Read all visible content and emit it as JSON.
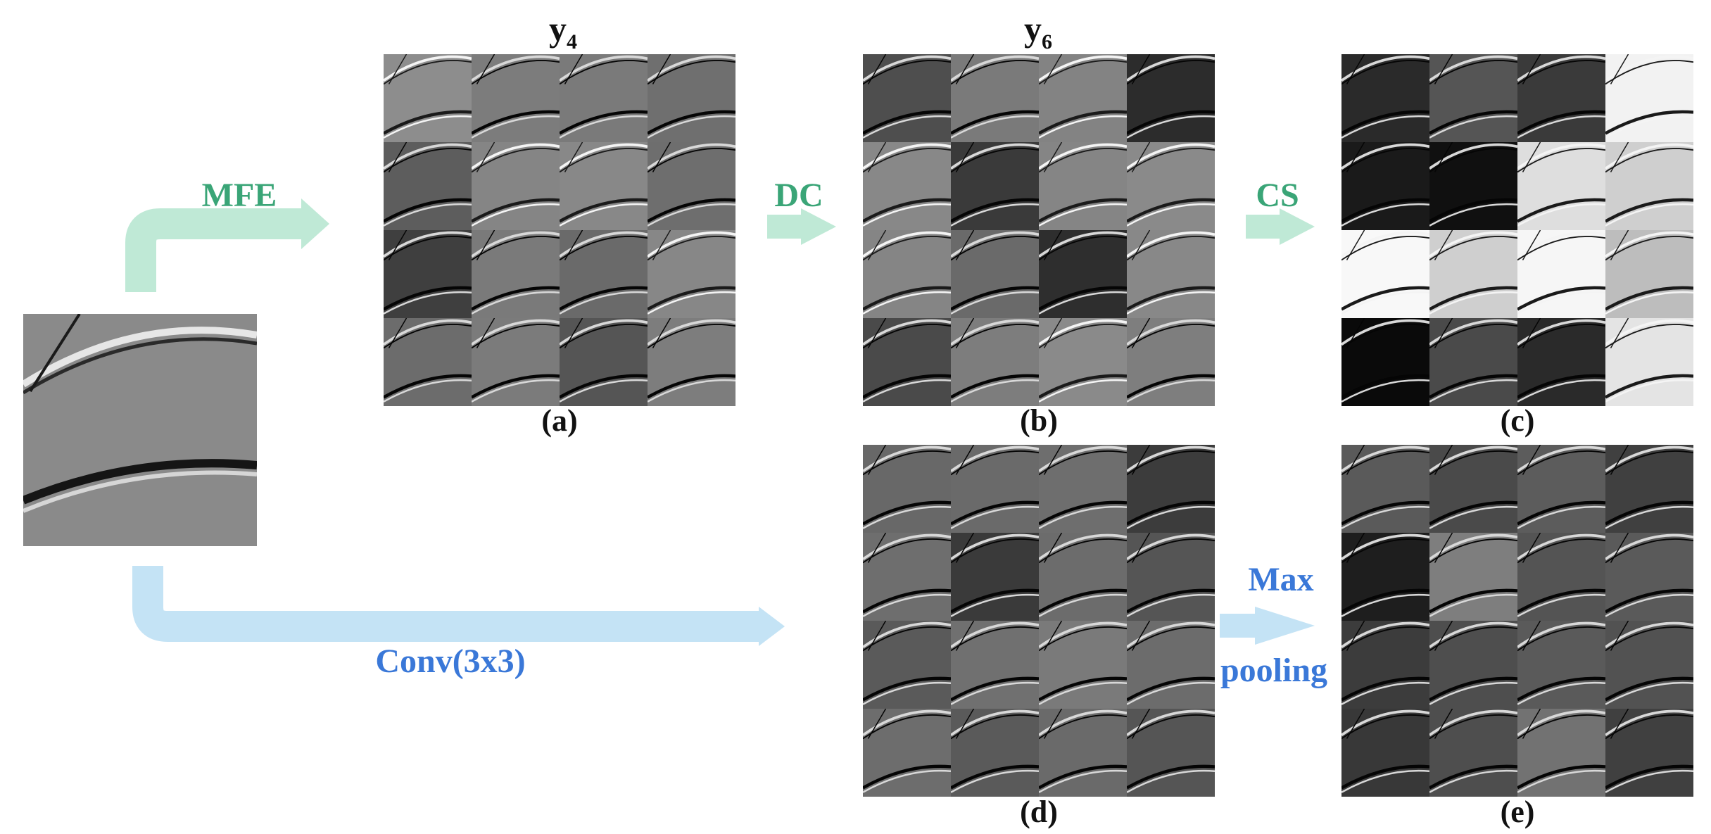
{
  "titles": {
    "a": {
      "base": "y",
      "sub": "4"
    },
    "b": {
      "base": "y",
      "sub": "6"
    }
  },
  "captions": {
    "a": "(a)",
    "b": "(b)",
    "c": "(c)",
    "d": "(d)",
    "e": "(e)"
  },
  "operations": {
    "mfe": "MFE",
    "dc": "DC",
    "cs": "CS",
    "conv": "Conv(3x3)",
    "maxpool_line1": "Max",
    "maxpool_line2": "pooling"
  },
  "colors": {
    "green_arrow": "#bfe9d6",
    "green_text": "#3aa577",
    "blue_arrow": "#c4e3f5",
    "blue_text": "#3a78d8"
  },
  "grids": {
    "a": [
      "#8d8d8d",
      "#7c7c7c",
      "#7a7a7a",
      "#6f6f6f",
      "#5d5d5d",
      "#858585",
      "#888888",
      "#6e6e6e",
      "#3f3f3f",
      "#7a7a7a",
      "#6a6a6a",
      "#878787",
      "#6c6c6c",
      "#7b7b7b",
      "#555555",
      "#7d7d7d"
    ],
    "b": [
      "#4e4e4e",
      "#7a7a7a",
      "#838383",
      "#2c2c2c",
      "#888888",
      "#3a3a3a",
      "#858585",
      "#8a8a8a",
      "#858585",
      "#6a6a6a",
      "#2e2e2e",
      "#888888",
      "#4a4a4a",
      "#7d7d7d",
      "#8a8a8a",
      "#7e7e7e"
    ],
    "c": [
      "#2a2a2a",
      "#555555",
      "#3a3a3a",
      "#f2f2f2",
      "#1a1a1a",
      "#101010",
      "#dedede",
      "#cfcfcf",
      "#f8f8f8",
      "#cfcfcf",
      "#f6f6f6",
      "#bdbdbd",
      "#0a0a0a",
      "#4a4a4a",
      "#2a2a2a",
      "#e4e4e4"
    ],
    "d": [
      "#686868",
      "#6a6a6a",
      "#6e6e6e",
      "#3c3c3c",
      "#6e6e6e",
      "#3a3a3a",
      "#6c6c6c",
      "#555555",
      "#5a5a5a",
      "#707070",
      "#7a7a7a",
      "#6c6c6c",
      "#6d6d6d",
      "#5a5a5a",
      "#6a6a6a",
      "#555555"
    ],
    "e": [
      "#5a5a5a",
      "#4a4a4a",
      "#5c5c5c",
      "#404040",
      "#1e1e1e",
      "#7e7e7e",
      "#545454",
      "#5a5a5a",
      "#3c3c3c",
      "#4e4e4e",
      "#5a5a5a",
      "#525252",
      "#383838",
      "#4e4e4e",
      "#727272",
      "#404040"
    ]
  }
}
